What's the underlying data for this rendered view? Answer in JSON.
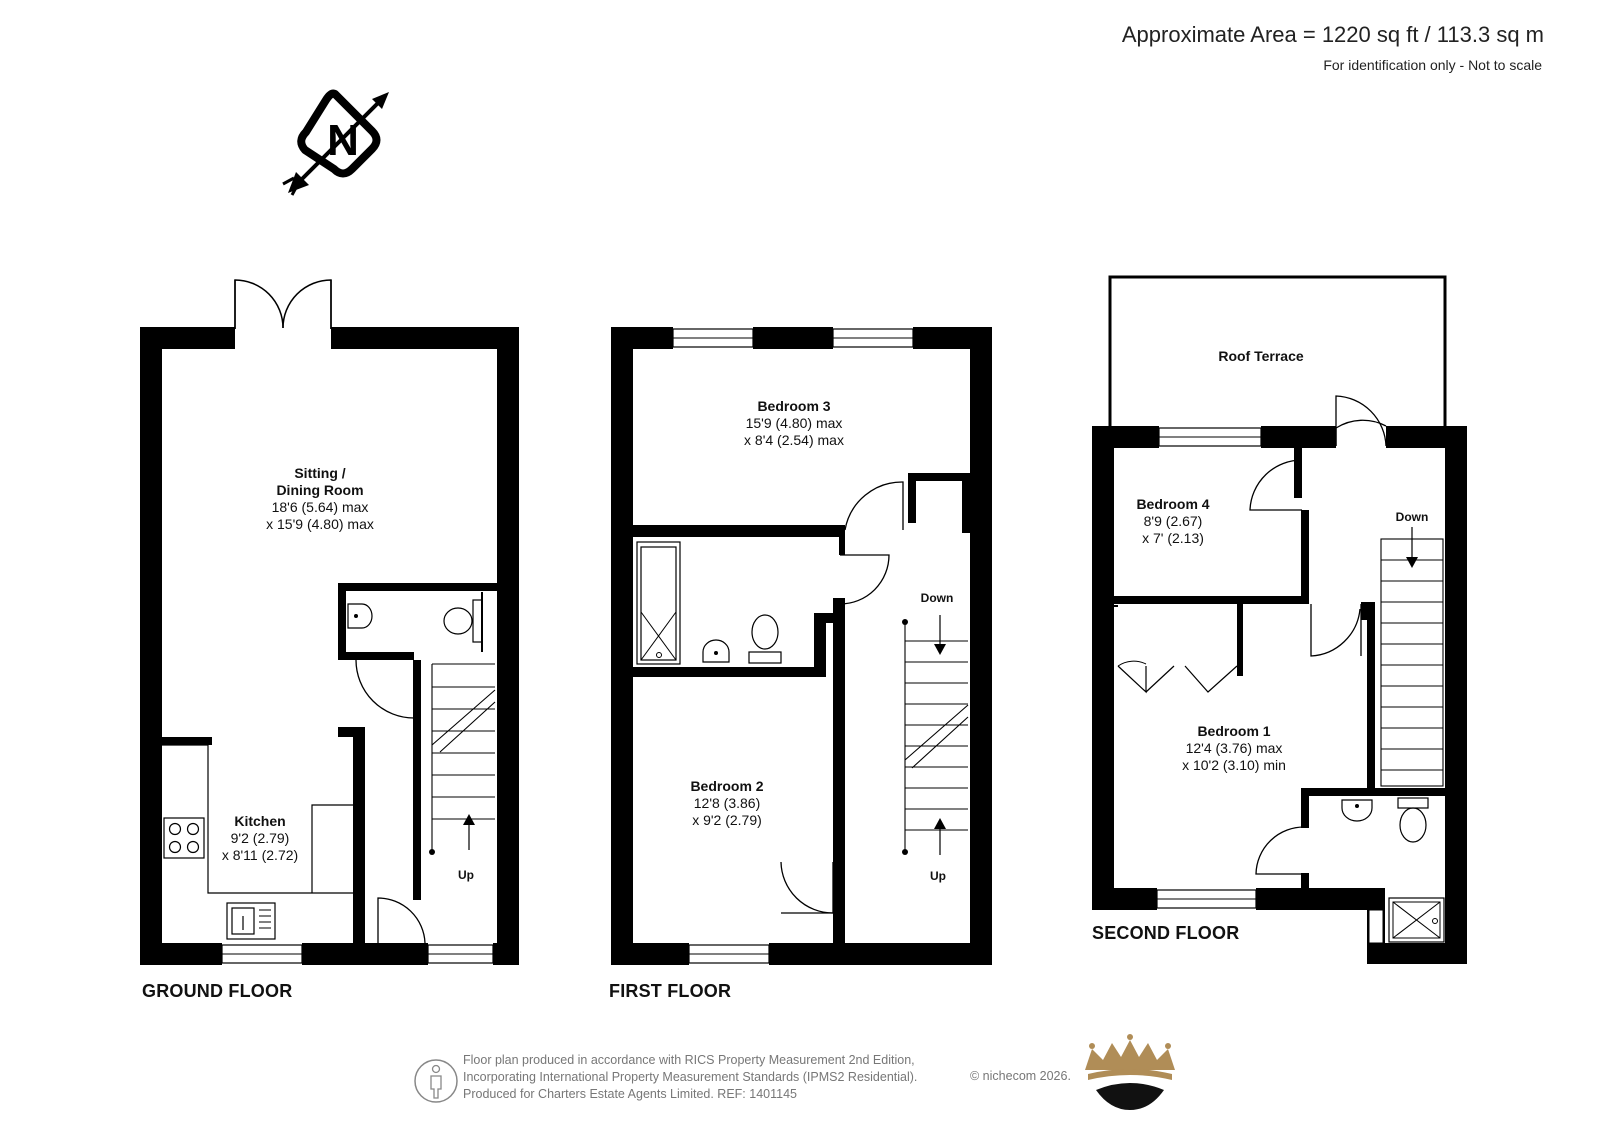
{
  "header": {
    "area": "Approximate Area = 1220 sq ft / 113.3 sq m",
    "identification": "For identification only - Not to scale"
  },
  "compass": {
    "letter": "N",
    "icon": "north-arrow-icon"
  },
  "floors": {
    "ground": "GROUND FLOOR",
    "first": "FIRST FLOOR",
    "second": "SECOND FLOOR"
  },
  "rooms": {
    "sitting": {
      "name1": "Sitting /",
      "name2": "Dining Room",
      "dim1": "18'6 (5.64) max",
      "dim2": "x 15'9 (4.80) max"
    },
    "kitchen": {
      "name": "Kitchen",
      "dim1": "9'2 (2.79)",
      "dim2": "x 8'11 (2.72)"
    },
    "bedroom3": {
      "name": "Bedroom 3",
      "dim1": "15'9 (4.80) max",
      "dim2": "x 8'4 (2.54) max"
    },
    "bedroom2": {
      "name": "Bedroom 2",
      "dim1": "12'8 (3.86)",
      "dim2": "x 9'2 (2.79)"
    },
    "roof_terrace": {
      "name": "Roof Terrace"
    },
    "bedroom4": {
      "name": "Bedroom 4",
      "dim1": "8'9 (2.67)",
      "dim2": "x 7' (2.13)"
    },
    "bedroom1": {
      "name": "Bedroom 1",
      "dim1": "12'4 (3.76) max",
      "dim2": "x 10'2 (3.10) min"
    }
  },
  "stairs": {
    "up": "Up",
    "down": "Down"
  },
  "footer": {
    "line1": "Floor plan produced in accordance with RICS Property Measurement 2nd Edition,",
    "line2": "Incorporating International Property Measurement Standards (IPMS2 Residential).",
    "line3": "Produced for Charters Estate Agents Limited.   REF: 1401145",
    "copyright": "© nichecom 2026.",
    "logo_icon": "crown-logo-icon",
    "rics_icon": "person-icon"
  },
  "colors": {
    "wall": "#000000",
    "gold": "#b08d57",
    "footer_text": "#777777"
  }
}
